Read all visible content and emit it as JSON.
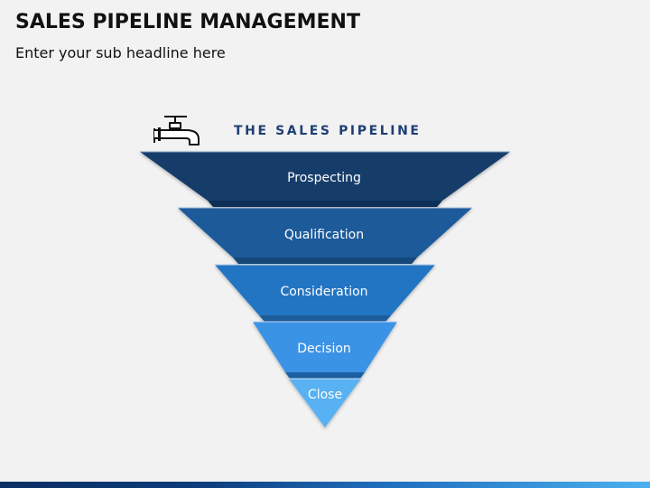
{
  "slide": {
    "title": "SALES PIPELINE MANAGEMENT",
    "subtitle": "Enter your sub headline here"
  },
  "pipeline": {
    "heading": "THE SALES PIPELINE",
    "icon": "water-tap-icon",
    "stages": [
      {
        "label": "Prospecting",
        "color": "#123d6b",
        "band": "#0d2f55"
      },
      {
        "label": "Qualification",
        "color": "#1a5a9a",
        "band": "#124679"
      },
      {
        "label": "Consideration",
        "color": "#2375c3",
        "band": "#1a5b99"
      },
      {
        "label": "Decision",
        "color": "#3b93e6",
        "band": "#1f5fa0"
      },
      {
        "label": "Close",
        "color": "#58b1f2"
      }
    ]
  },
  "colors": {
    "background": "#f2f2f2",
    "heading": "#1f3f73",
    "footer_bar": "#0d3c7a",
    "footer_accent": "#3aa0e8"
  }
}
